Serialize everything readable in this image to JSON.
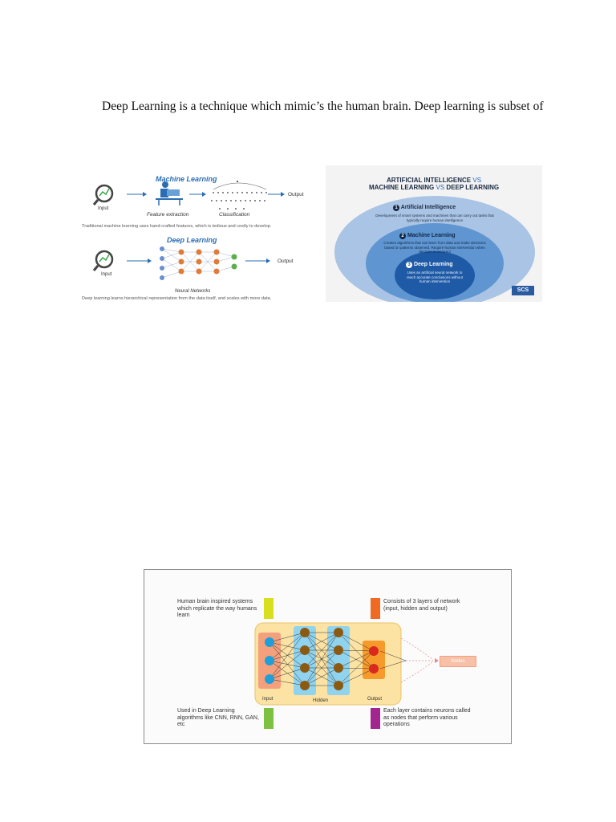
{
  "document": {
    "lead_text": "Deep Learning is a technique which mimic’s the human brain. Deep learning is subset of"
  },
  "ml_dl_figure": {
    "ml_title": "Machine Learning",
    "ml_input": "Input",
    "feature_extraction": "Feature extraction",
    "classification": "Classification",
    "ml_output": "Output",
    "ml_caption": "Traditional machine learning uses hand-crafted features, which is tedious and costly to develop.",
    "dl_title": "Deep Learning",
    "dl_input": "Input",
    "dl_output": "Output",
    "neural_networks": "Neural Networks",
    "dl_caption": "Deep learning learns hierarchical representation from the data itself, and scales with more data.",
    "accent_color": "#2a6db5"
  },
  "ai_figure": {
    "title_line1_bold": "ARTIFICIAL INTELLIGENCE",
    "title_line1_vs": "VS",
    "title_line2_a": "MACHINE LEARNING",
    "title_line2_vs": "VS",
    "title_line2_b": "DEEP LEARNING",
    "ai_number": "1",
    "ai_label": "Artificial Intelligence",
    "ai_desc": "Development of smart systems and machines that can carry out tasks that typically require human intelligence",
    "ml_number": "2",
    "ml_label": "Machine Learning",
    "ml_desc": "Creates algorithms that can learn from data and make decisions based on patterns observed. Require human intervention when decision is incorrect",
    "dl_number": "3",
    "dl_label": "Deep Learning",
    "dl_desc": "Uses an artificial neural network to reach accurate conclusions without human intervention",
    "logo_text": "SCS",
    "colors": {
      "outer": "#a9c4e4",
      "middle": "#5f95d0",
      "inner": "#1f5aa6"
    }
  },
  "nn_figure": {
    "note_top_left": "Human brain inspired systems which replicate the way humans learn",
    "note_top_right": "Consists of 3 layers of network (input, hidden and output)",
    "note_bottom_left": "Used in Deep Learning algorithms like CNN, RNN, GAN, etc",
    "note_bottom_right": "Each layer contains neurons called as nodes that perform various operations",
    "label_input": "Input",
    "label_hidden": "Hidden",
    "label_output": "Output",
    "label_nodes": "Nodes",
    "colors": {
      "bar_top_left": "#d9df1f",
      "bar_top_right": "#f06a24",
      "bar_bottom_left": "#7cc142",
      "bar_bottom_right": "#a3258f",
      "panel": "#fce3a3",
      "input_layer": "#f4a07d",
      "hidden_layer": "#8fd3ef",
      "output_layer": "#f79a2c"
    }
  }
}
